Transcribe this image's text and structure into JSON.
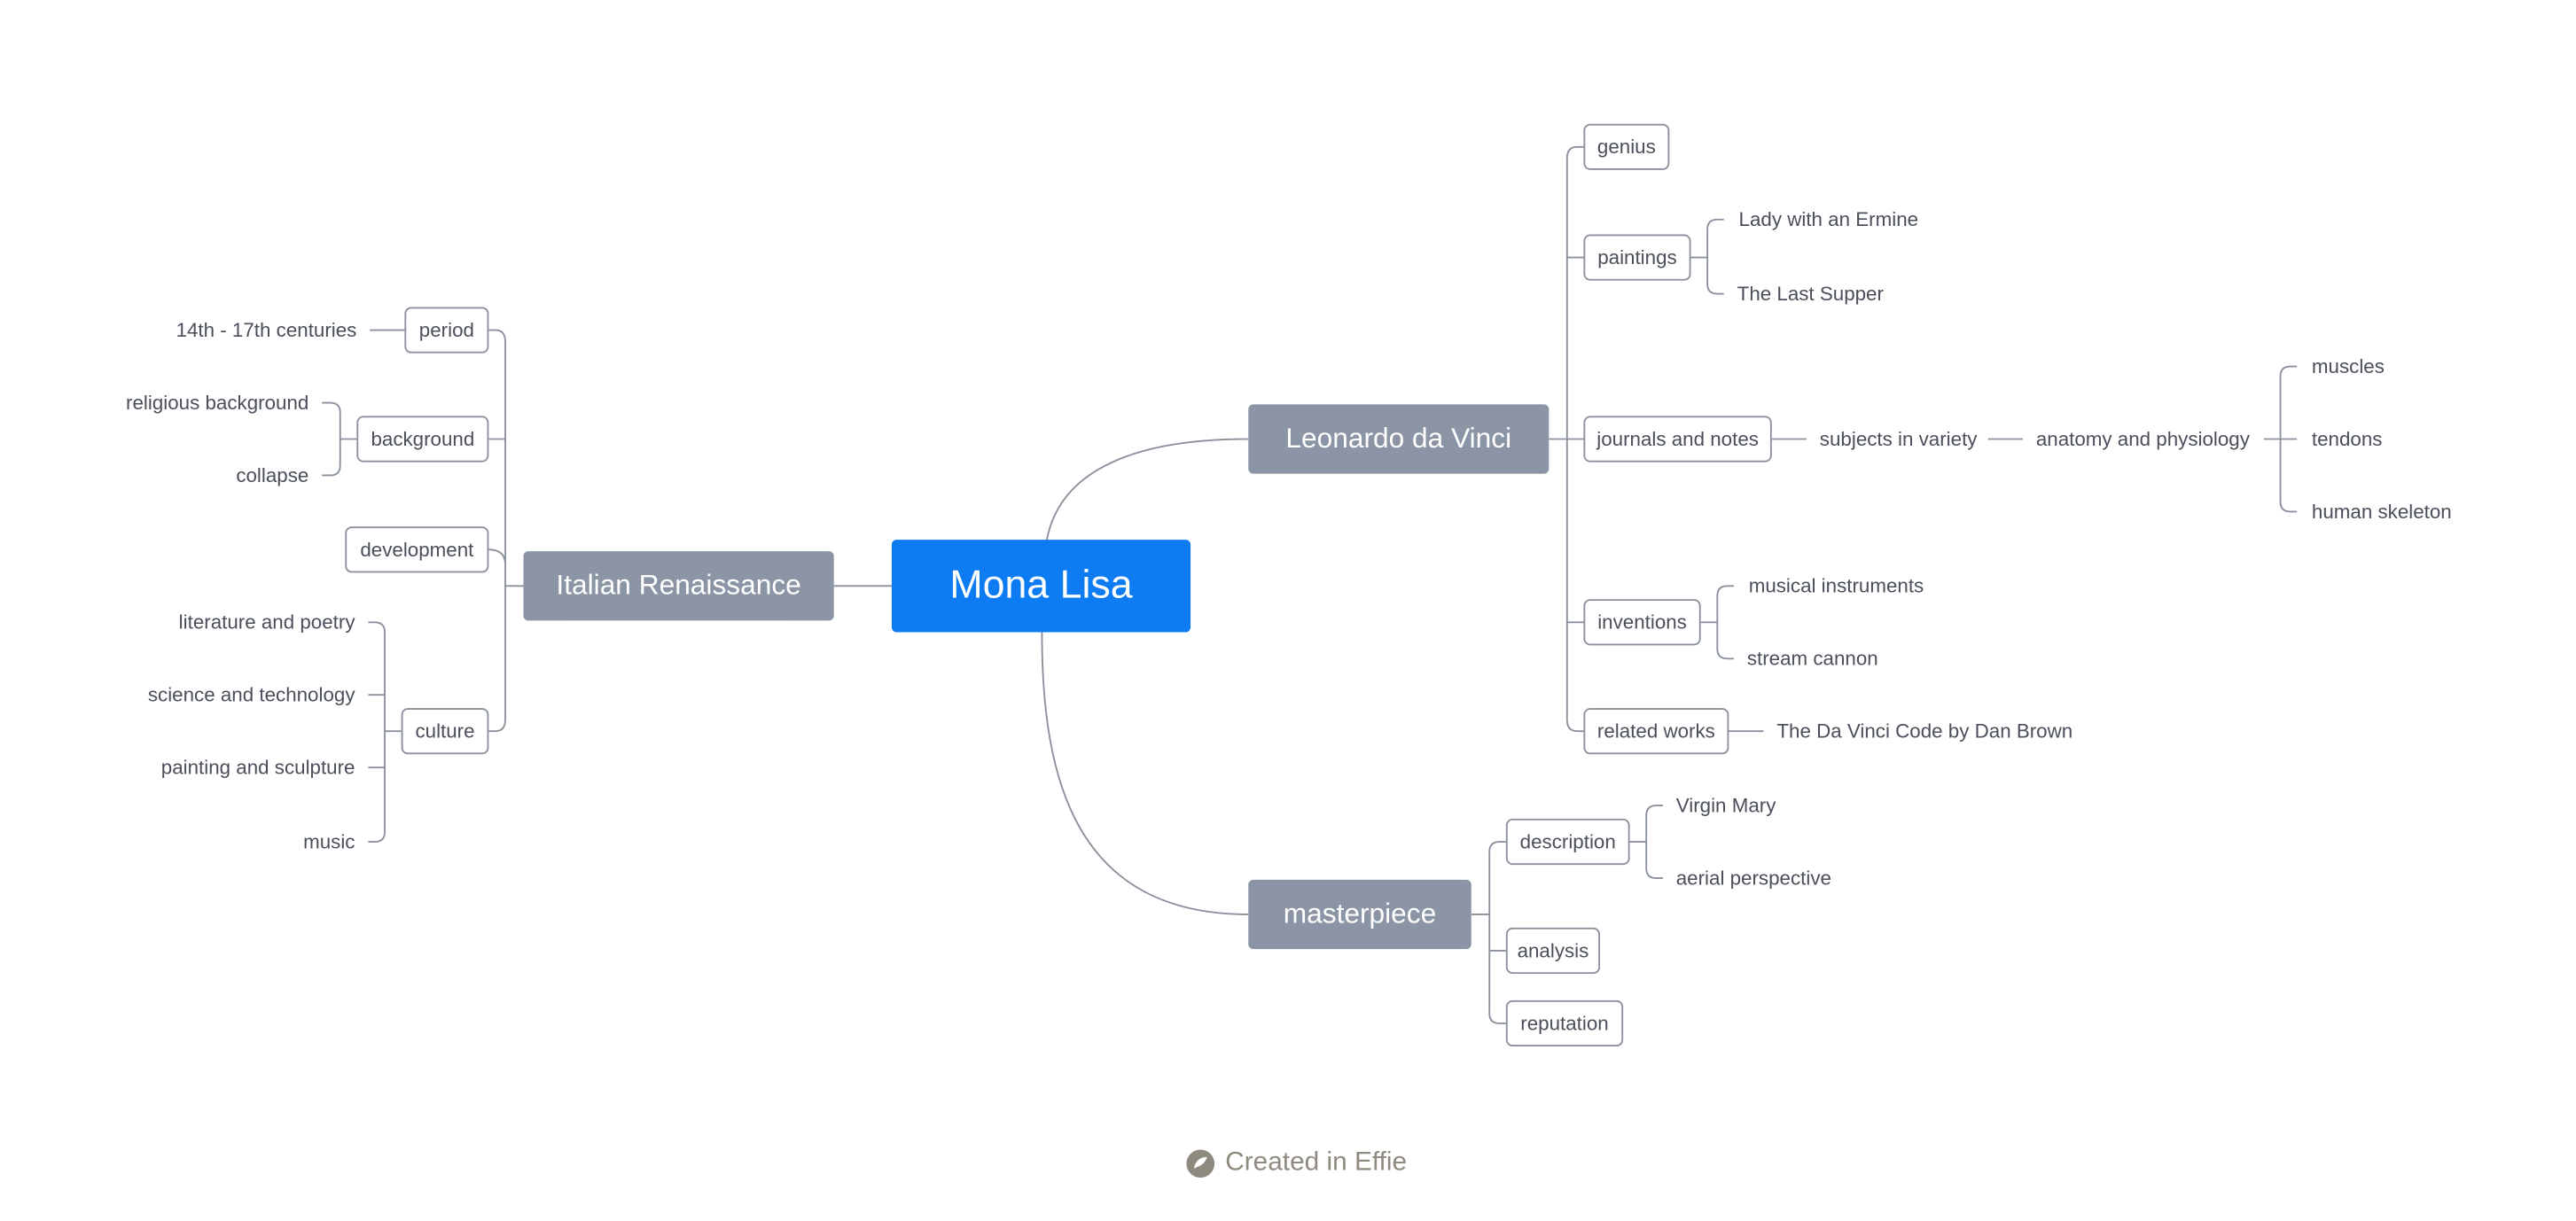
{
  "colors": {
    "root": "#0d7cf2",
    "main": "#8b95a5",
    "line": "#8a919c",
    "text": "#4a4f5a",
    "footer": "#8f8a80"
  },
  "mindmap": {
    "root": "Mona Lisa",
    "branches": {
      "italian_renaissance": {
        "label": "Italian Renaissance",
        "period": {
          "label": "period",
          "items": [
            "14th - 17th centuries"
          ]
        },
        "background": {
          "label": "background",
          "items": [
            "religious background",
            "collapse"
          ]
        },
        "development": {
          "label": "development"
        },
        "culture": {
          "label": "culture",
          "items": [
            "literature and poetry",
            "science and technology",
            "painting and sculpture",
            "music"
          ]
        }
      },
      "leonardo": {
        "label": "Leonardo da Vinci",
        "genius": {
          "label": "genius"
        },
        "paintings": {
          "label": "paintings",
          "items": [
            "Lady with an Ermine",
            "The Last Supper"
          ]
        },
        "journals": {
          "label": "journals and notes",
          "subjects": "subjects in variety",
          "anatomy": "anatomy and physiology",
          "anatomy_items": [
            "muscles",
            "tendons",
            "human skeleton"
          ]
        },
        "inventions": {
          "label": "inventions",
          "items": [
            "musical instruments",
            "stream cannon"
          ]
        },
        "related": {
          "label": "related works",
          "items": [
            "The Da Vinci Code by Dan Brown"
          ]
        }
      },
      "masterpiece": {
        "label": "masterpiece",
        "description": {
          "label": "description",
          "items": [
            "Virgin Mary",
            "aerial perspective"
          ]
        },
        "analysis": {
          "label": "analysis"
        },
        "reputation": {
          "label": "reputation"
        }
      }
    }
  },
  "footer": {
    "icon": "effie-logo-icon",
    "text": "Created in Effie"
  }
}
